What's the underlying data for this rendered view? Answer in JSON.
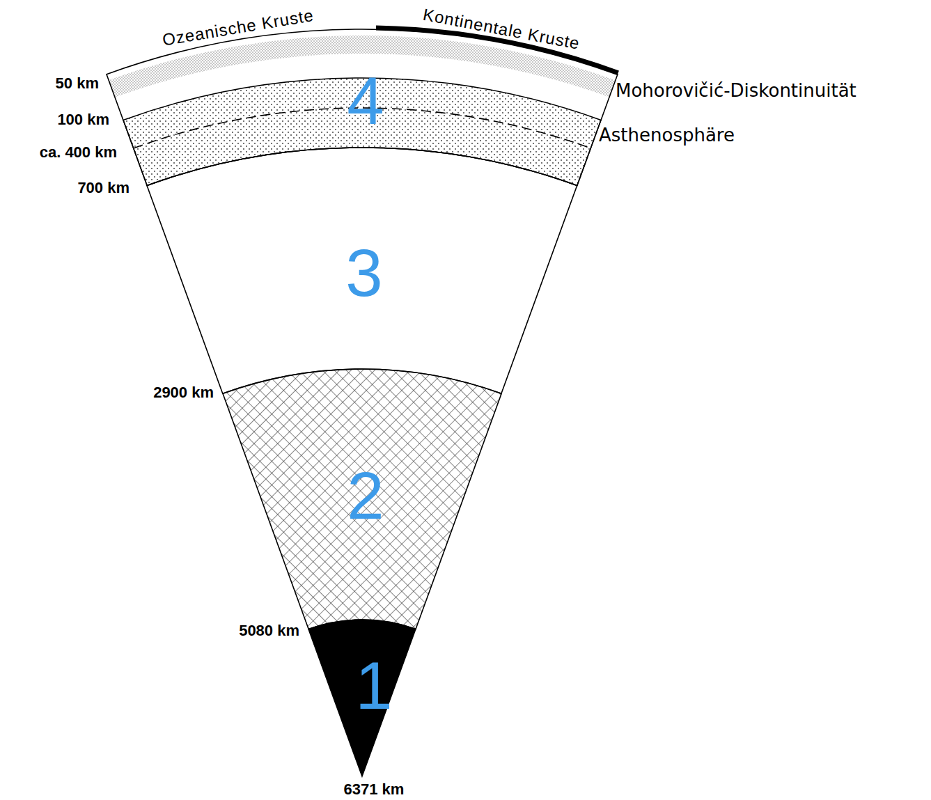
{
  "diagram": {
    "nodes": [
      {
        "text": [
          "4"
        ]
      },
      {
        "text": [
          "3"
        ]
      },
      {
        "text": [
          "2"
        ]
      },
      {
        "text": [
          "1"
        ]
      }
    ],
    "labels": [
      "Ozeanische Kruste",
      "Kontinentale Kruste",
      "50 km",
      "100 km",
      "ca. 400 km",
      "700 km",
      "Mohorovičić-Diskontinuität",
      "Asthenosphäre",
      "2900 km",
      "5080 km",
      "6371 km"
    ]
  }
}
